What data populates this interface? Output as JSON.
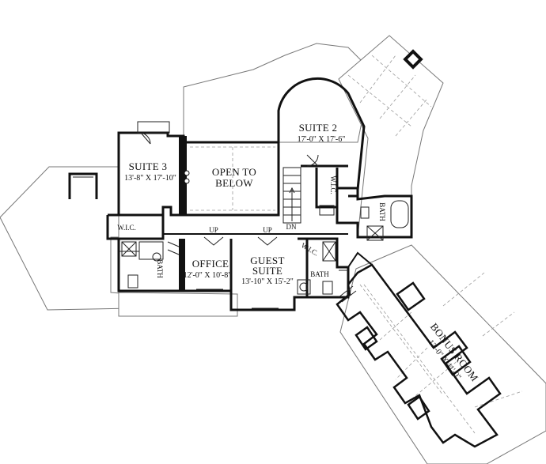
{
  "rooms": {
    "suite2": {
      "name": "SUITE 2",
      "dims": "17'-0\" X 17'-6\""
    },
    "suite3": {
      "name": "SUITE 3",
      "dims": "13'-8\" X 17'-10\""
    },
    "open_to_below": {
      "line1": "OPEN TO",
      "line2": "BELOW"
    },
    "office": {
      "name": "OFFICE",
      "dims": "12'-0\" X 10'-8\""
    },
    "guest_suite": {
      "line1": "GUEST",
      "line2": "SUITE",
      "dims": "13'-10\" X 15'-2\""
    },
    "bonus_room": {
      "name": "BONUS ROOM",
      "dims": "13'-0\" X 41'-0\""
    }
  },
  "labels": {
    "wic_suite2": "W.I.C.",
    "wic_suite3": "W.I.C.",
    "wic_guest": "W.I.C.",
    "bath_suite2": "BATH",
    "bath_suite3": "BATH",
    "bath_guest": "BATH",
    "stair_dn": "DN",
    "up_office": "UP",
    "up_guest": "UP"
  }
}
